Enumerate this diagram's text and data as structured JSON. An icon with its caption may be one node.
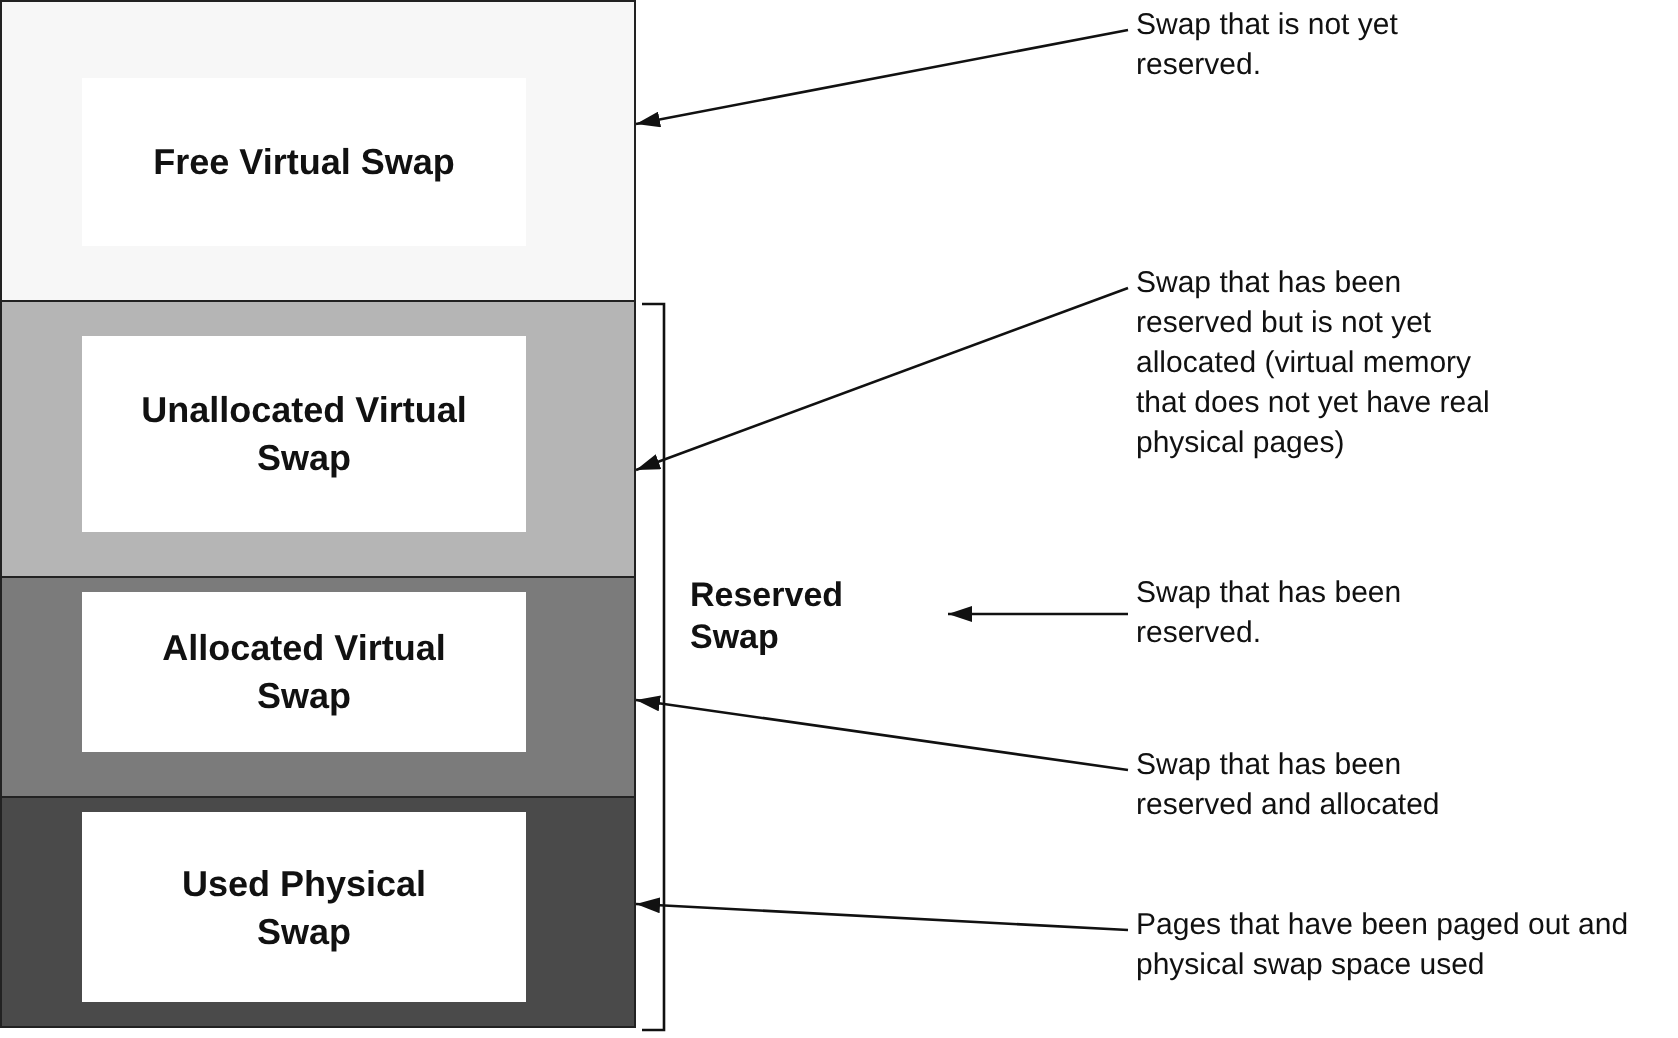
{
  "diagram": {
    "nodes": [
      {
        "text": [],
        "shape": "box"
      },
      {
        "text": [
          "Free Virtual Swap"
        ],
        "in": 0
      },
      {
        "text": [],
        "shape": "box"
      },
      {
        "text": [
          "Unallocated Virtual Swap"
        ],
        "in": 2
      },
      {
        "text": [],
        "shape": "box"
      },
      {
        "text": [
          "Allocated Virtual Swap"
        ],
        "in": 4
      },
      {
        "text": [],
        "shape": "box"
      },
      {
        "text": [
          "Used Physical Swap"
        ],
        "in": 6
      },
      {
        "text": [
          "Reserved Swap"
        ]
      },
      {
        "text": [
          "Swap that is not yet reserved."
        ]
      },
      {
        "text": [
          "Swap that has been reserved but is not yet allocated (virtual memory that does not yet have real physical pages)"
        ]
      },
      {
        "text": [
          "Swap that has been reserved."
        ]
      },
      {
        "text": [
          "Swap that has been reserved and allocated"
        ]
      },
      {
        "text": [
          "Pages that have been paged out and physical swap space used"
        ]
      }
    ],
    "edges": [
      {
        "from": 9,
        "to": 0,
        "arrow": "to"
      },
      {
        "from": 10,
        "to": 2,
        "arrow": "to"
      },
      {
        "from": 11,
        "to": 8,
        "arrow": "to"
      },
      {
        "from": 12,
        "to": 4,
        "arrow": "to"
      },
      {
        "from": 13,
        "to": 6,
        "arrow": "to"
      }
    ]
  }
}
